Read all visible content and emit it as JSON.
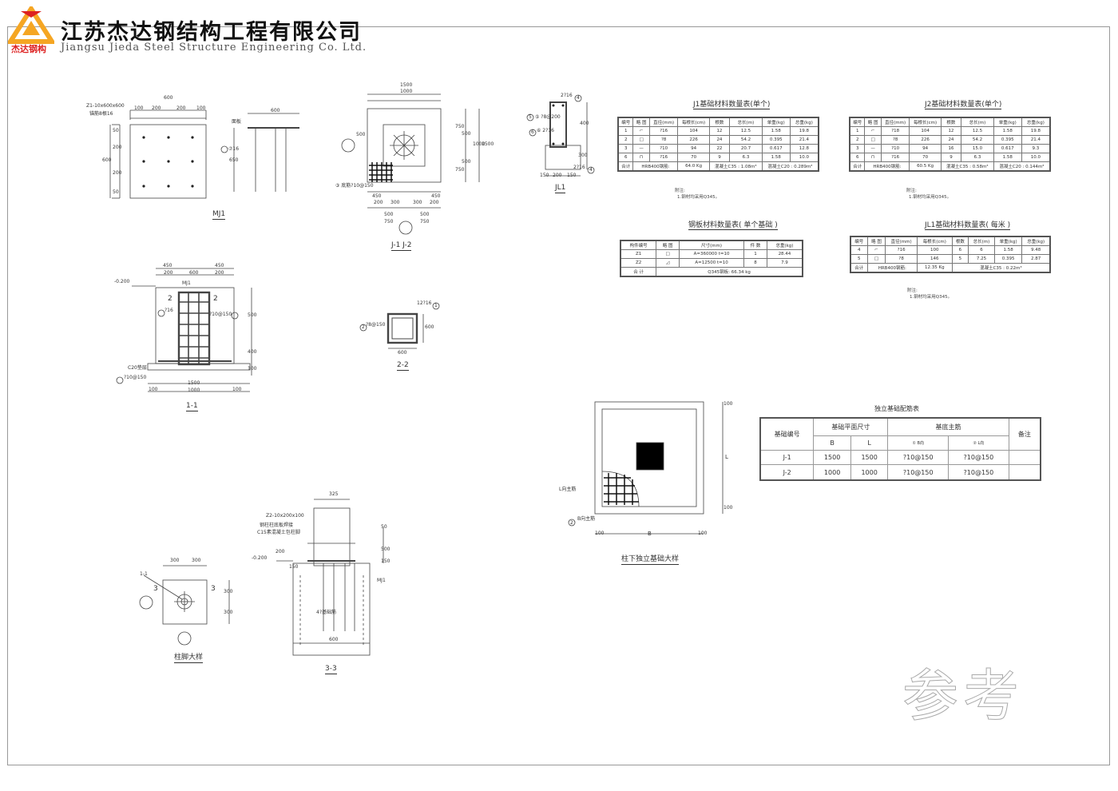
{
  "company": {
    "name_cn": "江苏杰达钢结构工程有限公司",
    "name_en": "Jiangsu Jieda Steel Structure Engineering Co. Ltd.",
    "brand_short": "杰达钢构",
    "accent_color": "#f5a623",
    "brand_red": "#dd2222"
  },
  "watermark": "参考",
  "drawings": {
    "mj1": {
      "caption": "MJ1",
      "label_plate": "Z1-10x600x600",
      "label_bolt": "锚筋8根16",
      "dims_top": [
        "600",
        "100",
        "200",
        "200",
        "100"
      ],
      "dims_left": [
        "600",
        "50",
        "200",
        "200",
        "50"
      ],
      "side_dim": "600",
      "side_label": "面板",
      "side_bar": "⑦16",
      "side_h": "650"
    },
    "j1j2": {
      "caption": "J-1 J-2",
      "dim_outer": "1500",
      "dim_inner": "1000",
      "dims_right": [
        "750",
        "500",
        "1000",
        "1500",
        "500",
        "750"
      ],
      "dims_bottom": [
        "450",
        "200",
        "300",
        "300",
        "200",
        "450"
      ],
      "dims_bottom2": [
        "500",
        "500",
        "750",
        "750"
      ],
      "rebar_label": "③ 底筋?10@150",
      "left_dim": "500"
    },
    "jl1": {
      "caption": "JL1",
      "labels": [
        "2?16",
        "⑤ ?8@200",
        "⑥ 2?16",
        "2?16"
      ],
      "dims": [
        "150",
        "200",
        "150"
      ],
      "h": "400",
      "h2": "300",
      "markers": [
        "4",
        "5",
        "6",
        "4"
      ]
    },
    "s11": {
      "caption": "1-1",
      "dims_top": [
        "450",
        "200",
        "600",
        "200",
        "450"
      ],
      "dims_top2": [
        "450"
      ],
      "elev": "-0.200",
      "mj_label": "MJ1",
      "sec_marks": [
        "2",
        "2"
      ],
      "right_label": "?10@150",
      "pile_label": "C20垫层",
      "bottom_label": "?10@150",
      "dims_bottom": [
        "100",
        "1500",
        "1000",
        "100"
      ],
      "dims_right": [
        "500",
        "400",
        "100"
      ],
      "bar_label": "?16"
    },
    "s22": {
      "caption": "2-2",
      "top_label": "12?16",
      "left_label": "?8@150",
      "dim_b": "600",
      "dim_r": "600",
      "markers": [
        "1",
        "2"
      ]
    },
    "detail_cz": {
      "caption": "柱脚大样",
      "dims": [
        "300",
        "300"
      ],
      "dims_r": [
        "300",
        "300"
      ],
      "sec": [
        "3",
        "3"
      ],
      "label": "1-1"
    },
    "s33": {
      "caption": "3-3",
      "top_dim": "325",
      "label1": "Z2-10x200x100",
      "label2": "钢柱柱底板焊接",
      "label3": "C15素混凝土包柱脚",
      "elev": "-0.200",
      "label_mj": "MJ1",
      "label_base": "4?基础筋",
      "dim_b": "600",
      "dims_r": [
        "50",
        "500",
        "150"
      ],
      "dims_l": [
        "200",
        "150"
      ]
    },
    "col_found": {
      "caption": "柱下独立基础大样",
      "l_label": "L向主筋",
      "b_label": "B向主筋",
      "dim_b": "B",
      "dim_l": "L",
      "edge": [
        "100",
        "100"
      ],
      "edge_r": [
        "100",
        "100"
      ],
      "marker": "2"
    }
  },
  "tables": {
    "j1": {
      "title": "J1基础材料数量表(单个)",
      "headers": [
        "编号",
        "略 图",
        "直径(mm)",
        "每根长(cm)",
        "根数",
        "总长(m)",
        "单重(kg)",
        "总重(kg)"
      ],
      "rows": [
        [
          "1",
          "",
          "?16",
          "104",
          "12",
          "12.5",
          "1.58",
          "19.8"
        ],
        [
          "2",
          "",
          "?8",
          "226",
          "24",
          "54.2",
          "0.395",
          "21.4"
        ],
        [
          "3",
          "",
          "?10",
          "94",
          "22",
          "20.7",
          "0.617",
          "12.8"
        ],
        [
          "6",
          "",
          "?16",
          "70",
          "9",
          "6.3",
          "1.58",
          "10.0"
        ]
      ],
      "footer": [
        "合计",
        "HRB400钢筋:",
        "64.0 Kg",
        "混凝土C35 : 1.08m³",
        "混凝土C20 : 0.289m³"
      ],
      "note_title": "附注:",
      "note": "1.钢材均采用Q345。"
    },
    "j2": {
      "title": "J2基础材料数量表(单个)",
      "headers": [
        "编号",
        "略 图",
        "直径(mm)",
        "每根长(cm)",
        "根数",
        "总长(m)",
        "单重(kg)",
        "总重(kg)"
      ],
      "rows": [
        [
          "1",
          "",
          "?18",
          "104",
          "12",
          "12.5",
          "1.58",
          "19.8"
        ],
        [
          "2",
          "",
          "?8",
          "226",
          "24",
          "54.2",
          "0.395",
          "21.4"
        ],
        [
          "3",
          "",
          "?10",
          "94",
          "16",
          "15.0",
          "0.617",
          "9.3"
        ],
        [
          "6",
          "",
          "?16",
          "70",
          "9",
          "6.3",
          "1.58",
          "10.0"
        ]
      ],
      "footer": [
        "合计",
        "HRB400钢筋:",
        "60.5 Kg",
        "混凝土C35 : 0.58m³",
        "混凝土C20 : 0.144m³"
      ],
      "note_title": "附注:",
      "note": "1.钢材均采用Q345。"
    },
    "plate": {
      "title": "钢板材料数量表( 单个基础 )",
      "headers": [
        "构件编号",
        "略 图",
        "尺寸(mm)",
        "件 数",
        "总重(kg)"
      ],
      "rows": [
        [
          "Z1",
          "",
          "A=360000 t=10",
          "1",
          "28.44"
        ],
        [
          "Z2",
          "",
          "A=12500 t=10",
          "8",
          "7.9"
        ]
      ],
      "footer": [
        "合 计",
        "Q345钢板: 66.34 kg"
      ]
    },
    "jl1": {
      "title": "JL1基础材料数量表( 每米 )",
      "headers": [
        "编号",
        "略 图",
        "直径(mm)",
        "每根长(cm)",
        "根数",
        "总长(m)",
        "单重(kg)",
        "总重(kg)"
      ],
      "rows": [
        [
          "4",
          "",
          "?16",
          "100",
          "6",
          "6",
          "1.58",
          "9.48"
        ],
        [
          "5",
          "",
          "?8",
          "146",
          "5",
          "7.25",
          "0.395",
          "2.87"
        ]
      ],
      "footer": [
        "合计",
        "HRB400钢筋:",
        "12.35 Kg",
        "混凝土C35 : 0.22m³"
      ],
      "note_title": "附注:",
      "note": "1.钢材均采用Q345。"
    },
    "foundation": {
      "title": "独立基础配筋表",
      "h_code": "基础编号",
      "h_size": "基础平面尺寸",
      "h_bar": "基底主筋",
      "h_note": "备注",
      "h_b": "B",
      "h_l": "L",
      "h_bar1": "① B向",
      "h_bar2": "② L向",
      "rows": [
        [
          "J-1",
          "1500",
          "1500",
          "?10@150",
          "?10@150",
          ""
        ],
        [
          "J-2",
          "1000",
          "1000",
          "?10@150",
          "?10@150",
          ""
        ]
      ]
    }
  }
}
